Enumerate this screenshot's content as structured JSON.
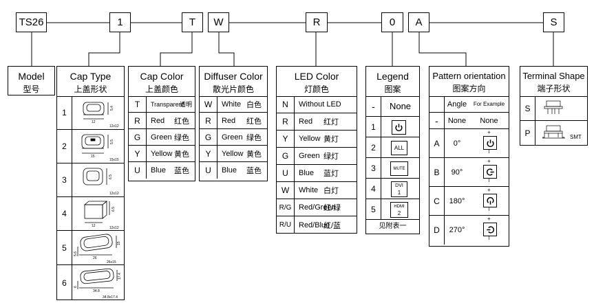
{
  "codes": [
    "TS26",
    "1",
    "T",
    "W",
    "R",
    "0",
    "A",
    "S"
  ],
  "model": {
    "en": "Model",
    "cn": "型号"
  },
  "cap_type": {
    "en": "Cap Type",
    "cn": "上盖形状",
    "rows": [
      {
        "code": "1",
        "dims": [
          "12",
          "5.4"
        ],
        "size": "12x12"
      },
      {
        "code": "2",
        "dims": [
          "15",
          "5.5"
        ],
        "size": "15x15"
      },
      {
        "code": "3",
        "dims": [
          "6.5"
        ],
        "size": "12x12"
      },
      {
        "code": "4",
        "dims": [
          "12",
          "6.5"
        ],
        "size": "12x12"
      },
      {
        "code": "5",
        "dims": [
          "26",
          "15",
          "5.6"
        ],
        "size": "26x15"
      },
      {
        "code": "6",
        "dims": [
          "34.8",
          "17.4",
          "6"
        ],
        "size": "34.8x17.4"
      }
    ]
  },
  "cap_color": {
    "en": "Cap Color",
    "cn": "上盖颜色",
    "rows": [
      {
        "code": "T",
        "name": "Transparent",
        "cn": "透明"
      },
      {
        "code": "R",
        "name": "Red",
        "cn": "红色"
      },
      {
        "code": "G",
        "name": "Green",
        "cn": "绿色"
      },
      {
        "code": "Y",
        "name": "Yellow",
        "cn": "黄色"
      },
      {
        "code": "U",
        "name": "Blue",
        "cn": "蓝色"
      }
    ]
  },
  "diffuser_color": {
    "en": "Diffuser Color",
    "cn": "散光片颜色",
    "rows": [
      {
        "code": "W",
        "name": "White",
        "cn": "白色"
      },
      {
        "code": "R",
        "name": "Red",
        "cn": "红色"
      },
      {
        "code": "G",
        "name": "Green",
        "cn": "绿色"
      },
      {
        "code": "Y",
        "name": "Yellow",
        "cn": "黄色"
      },
      {
        "code": "U",
        "name": "Blue",
        "cn": "蓝色"
      }
    ]
  },
  "led_color": {
    "en": "LED Color",
    "cn": "灯颜色",
    "rows": [
      {
        "code": "N",
        "name": "Without LED",
        "cn": ""
      },
      {
        "code": "R",
        "name": "Red",
        "cn": "红灯"
      },
      {
        "code": "Y",
        "name": "Yellow",
        "cn": "黄灯"
      },
      {
        "code": "G",
        "name": "Green",
        "cn": "绿灯"
      },
      {
        "code": "U",
        "name": "Blue",
        "cn": "蓝灯"
      },
      {
        "code": "W",
        "name": "White",
        "cn": "白灯"
      },
      {
        "code": "R/G",
        "name": "Red/Green",
        "cn": "红/绿"
      },
      {
        "code": "R/U",
        "name": "Red/Blue",
        "cn": "红/蓝"
      }
    ]
  },
  "legend": {
    "en": "Legend",
    "cn": "图案",
    "rows": [
      {
        "code": "-",
        "label": "None",
        "icon": ""
      },
      {
        "code": "1",
        "label": "",
        "icon": "power-icon"
      },
      {
        "code": "2",
        "label": "ALL",
        "icon": ""
      },
      {
        "code": "3",
        "label": "MUTE",
        "icon": ""
      },
      {
        "code": "4",
        "label": "DVI 1",
        "l1": "DVI",
        "l2": "1",
        "icon": ""
      },
      {
        "code": "5",
        "label": "HDMI 2",
        "l1": "HDMI",
        "l2": "2",
        "icon": ""
      }
    ],
    "note": "见附表一"
  },
  "pattern": {
    "en": "Pattern orientation",
    "cn": "图案方向",
    "head_angle": "Angle",
    "head_example": "For Example",
    "rows": [
      {
        "code": "-",
        "angle": "None",
        "example": "None"
      },
      {
        "code": "A",
        "angle": "0°",
        "rot": 0,
        "plus": "+",
        "minus": "I"
      },
      {
        "code": "B",
        "angle": "90°",
        "rot": 90,
        "plus": "+",
        "minus": "I"
      },
      {
        "code": "C",
        "angle": "180°",
        "rot": 180,
        "plus": "+",
        "minus": "I"
      },
      {
        "code": "D",
        "angle": "270°",
        "rot": 270,
        "plus": "+",
        "minus": "I"
      }
    ]
  },
  "terminal": {
    "en": "Terminal Shape",
    "cn": "端子形状",
    "rows": [
      {
        "code": "S",
        "note": ""
      },
      {
        "code": "P",
        "note": "SMT"
      }
    ]
  }
}
